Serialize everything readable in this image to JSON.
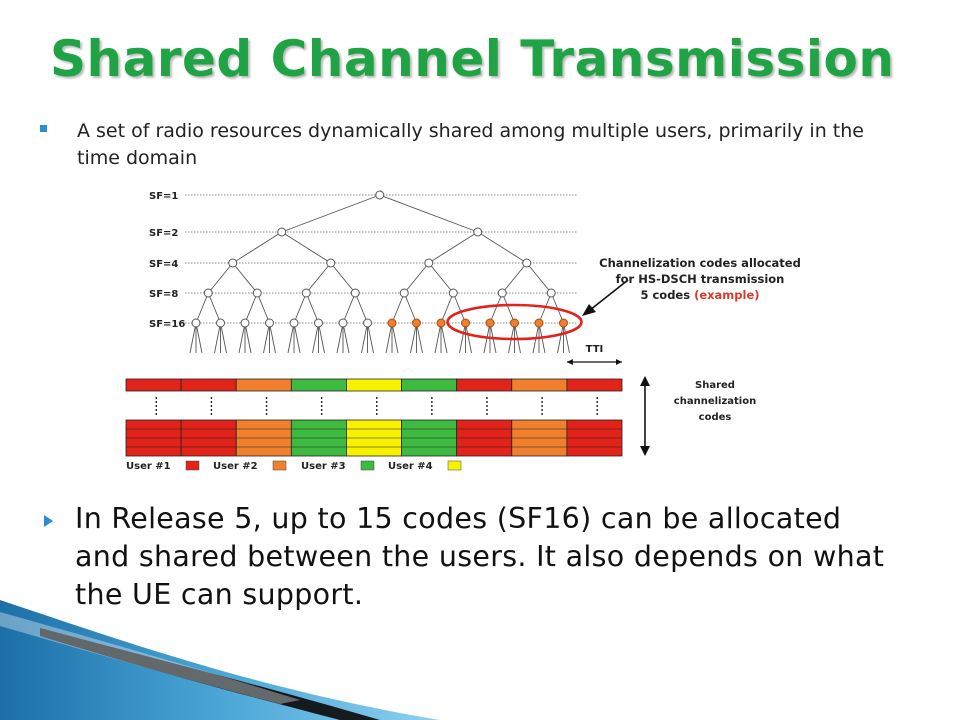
{
  "title": "Shared Channel Transmission",
  "bullet1": "A set of radio resources dynamically shared among multiple users, primarily in the time domain",
  "bullet2": "In Release 5, up to 15 codes (SF16) can be allocated and shared between the users.  It also depends on what the UE can support.",
  "diagram": {
    "sf_levels": [
      "SF=1",
      "SF=2",
      "SF=4",
      "SF=8",
      "SF=16"
    ],
    "callout_line1": "Channelization codes allocated",
    "callout_line2": "for HS-DSCH transmission",
    "callout_line3_prefix": "5 codes ",
    "callout_line3_red": "(example)",
    "tti_label": "TTI",
    "shared_line1": "Shared",
    "shared_line2": "channelization",
    "shared_line3": "codes",
    "highlighted_sf16_codes": 5,
    "allocated_sf16_codes": 8,
    "tti_slots": 9,
    "slot_users": [
      1,
      1,
      2,
      3,
      4,
      3,
      1,
      2,
      1
    ],
    "users": [
      {
        "label": "User #1",
        "color": "#e2231a"
      },
      {
        "label": "User #2",
        "color": "#f07f2e"
      },
      {
        "label": "User #3",
        "color": "#3dba3f"
      },
      {
        "label": "User #4",
        "color": "#f7f200"
      }
    ],
    "node_allocated_color": "#f07f2e",
    "circle_color": "#e2231a"
  },
  "decor": {
    "accent": "#2a8fcf",
    "title_color": "#1fa344"
  }
}
